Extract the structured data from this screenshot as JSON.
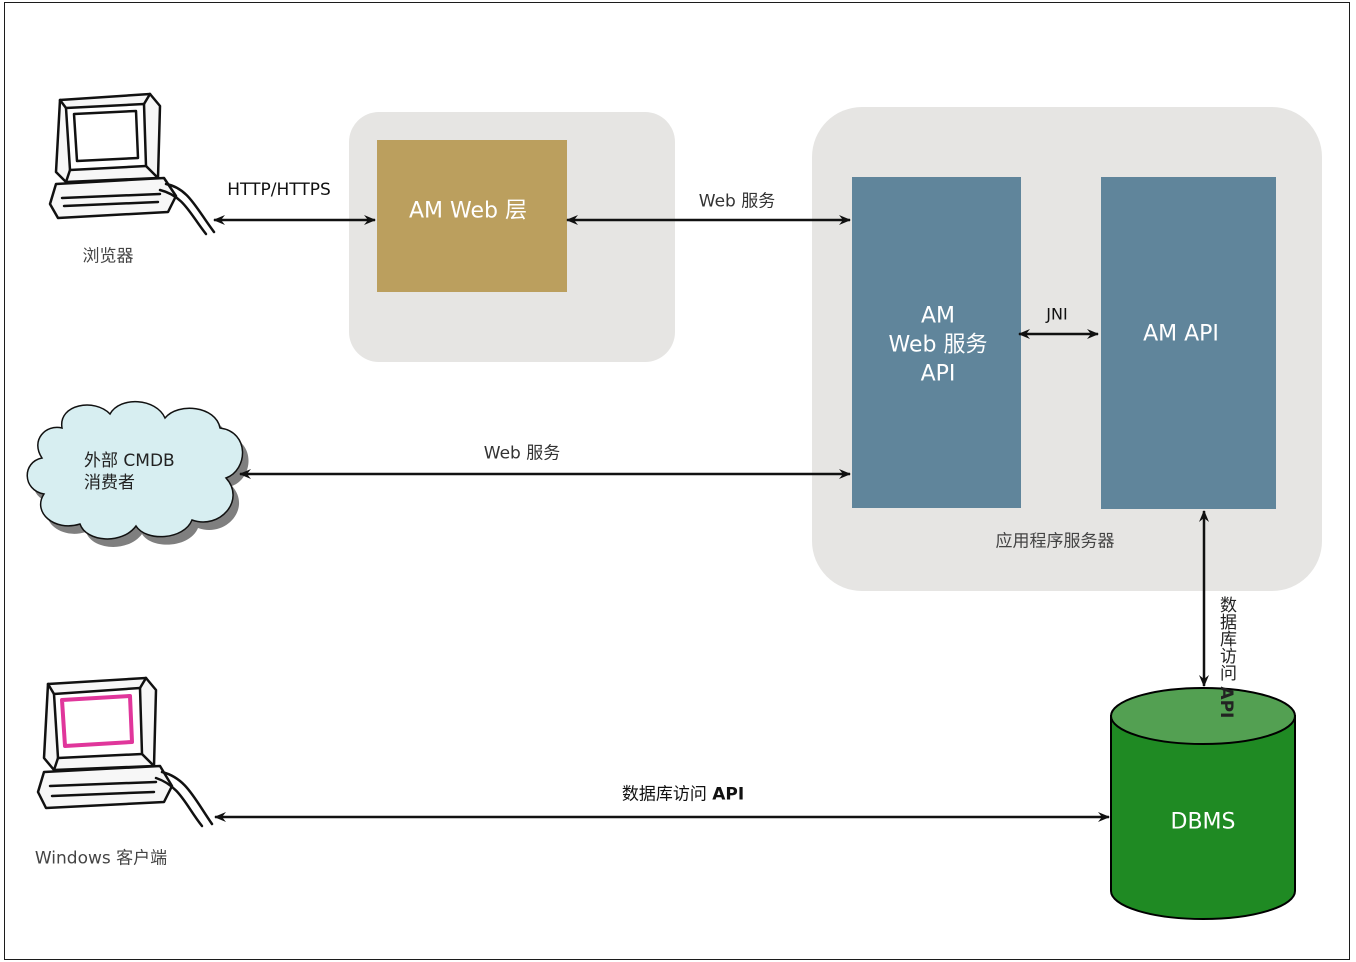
{
  "nodes": {
    "browser": {
      "label": "浏览器"
    },
    "am_web_tier": {
      "label": "AM Web 层"
    },
    "app_server": {
      "label": "应用程序服务器"
    },
    "am_ws_api": {
      "line1": "AM",
      "line2": "Web 服务",
      "line3": "API"
    },
    "am_api": {
      "label": "AM API"
    },
    "cmdb_consumer": {
      "line1": "外部 CMDB",
      "line2": "消费者"
    },
    "windows_client": {
      "label": "Windows 客户端"
    },
    "dbms": {
      "label": "DBMS"
    }
  },
  "edges": {
    "browser_to_web_tier": "HTTP/HTTPS",
    "web_tier_to_ws_api": "Web 服务",
    "ws_api_to_am_api": "JNI",
    "cmdb_to_ws_api": "Web 服务",
    "am_api_to_dbms": {
      "text": "数据库访问",
      "api": "API"
    },
    "client_to_dbms": {
      "text": "数据库访问",
      "api": "API"
    }
  },
  "colors": {
    "container": "#e6e5e3",
    "web_tier_box": "#bb9f5e",
    "api_box": "#60859b",
    "dbms_body": "#1f8a23",
    "dbms_top": "#53a052",
    "cloud": "#d7eef1",
    "client_screen": "#e0369b"
  }
}
